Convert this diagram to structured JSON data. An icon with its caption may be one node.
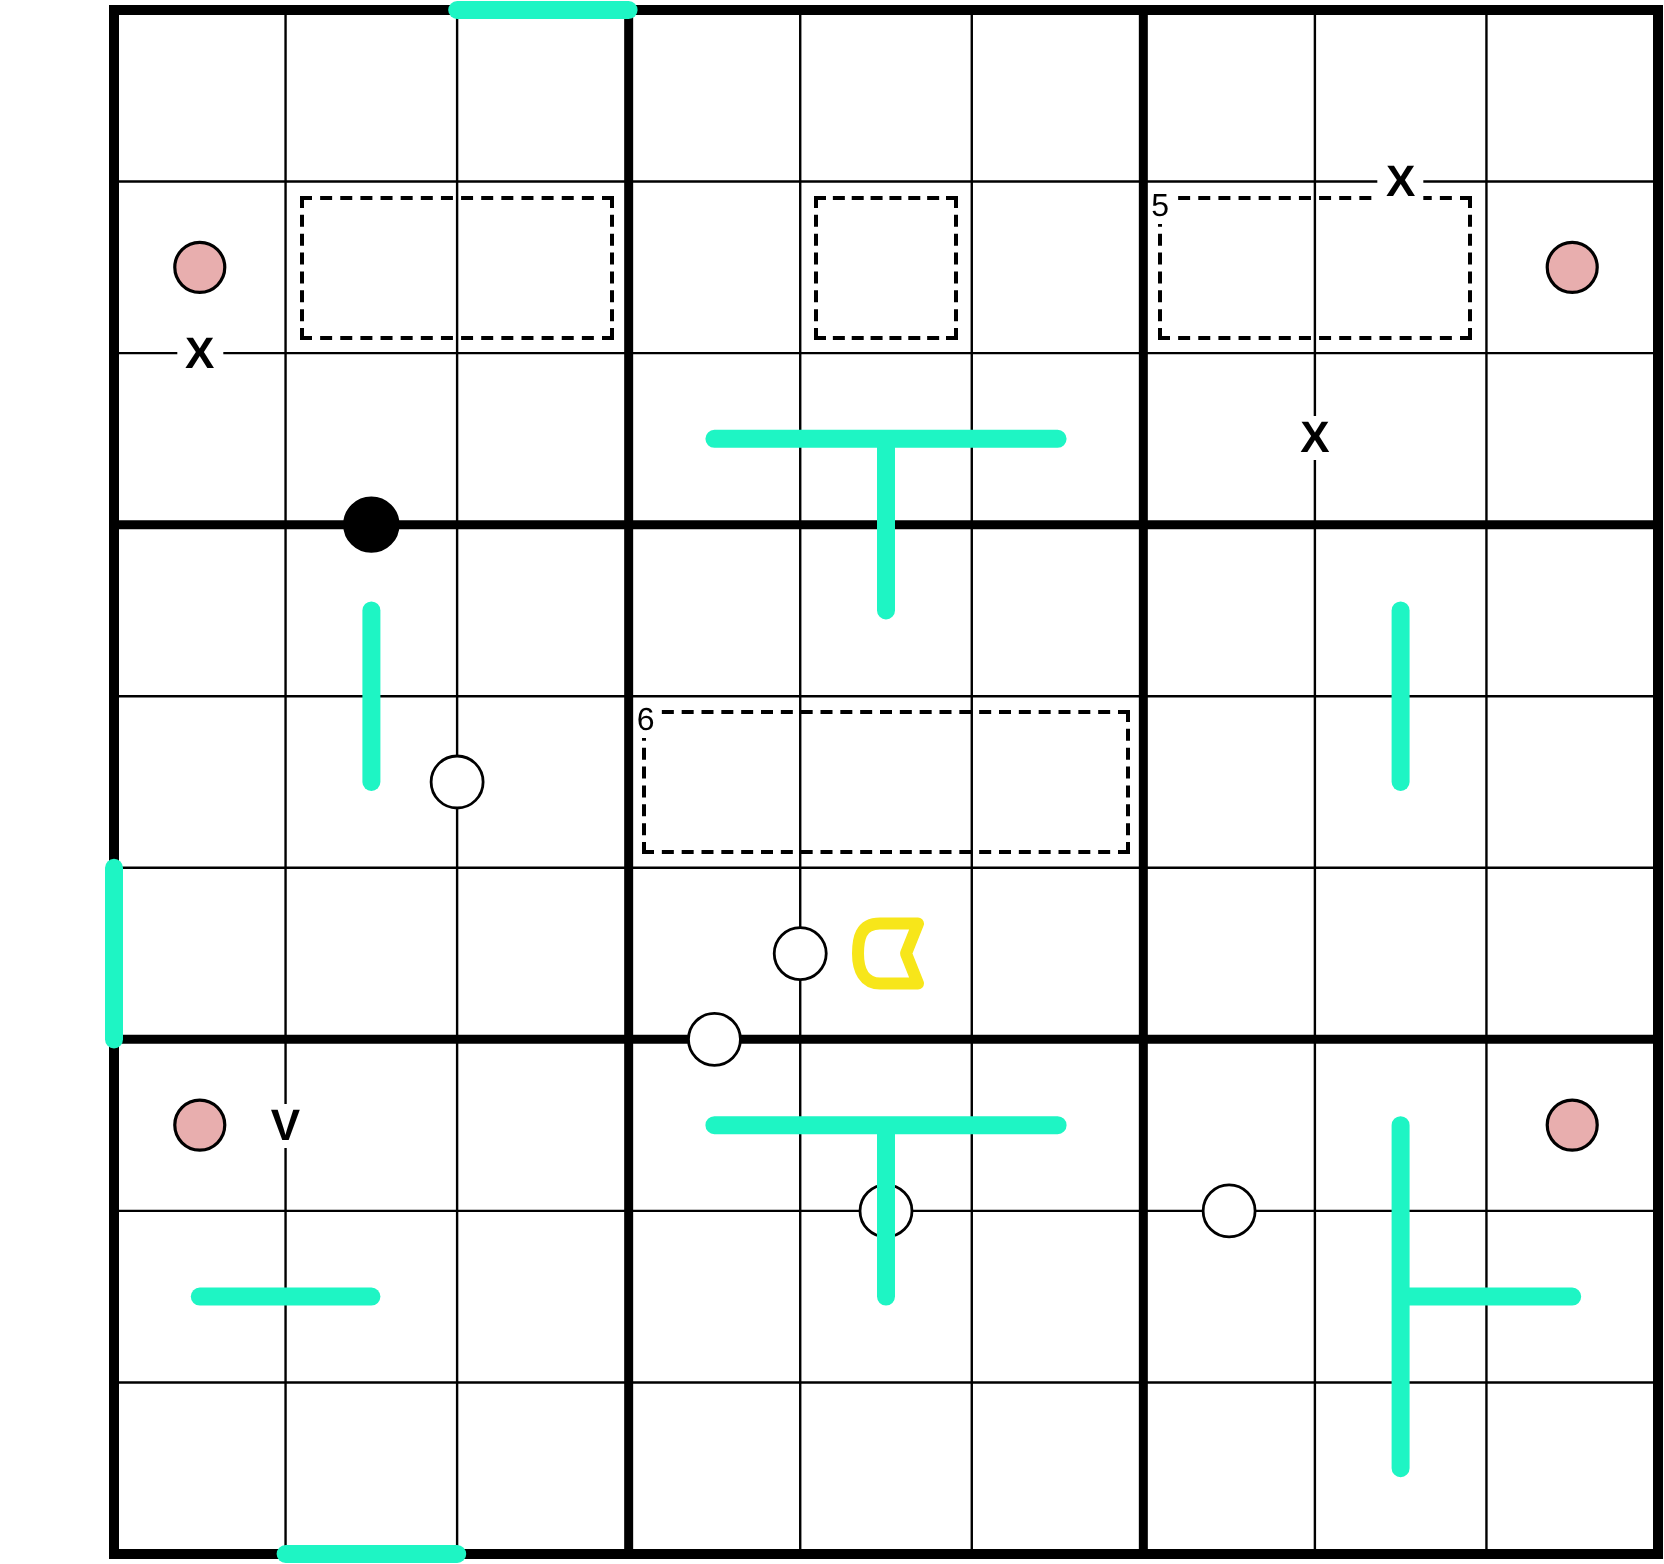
{
  "diagram": {
    "nodes": [
      {
        "text": [],
        "shape": "box"
      },
      {
        "text": [],
        "shape": "box"
      },
      {
        "text": [
          "5"
        ]
      },
      {
        "text": [
          "6"
        ]
      }
    ],
    "labels": [
      "X",
      "X",
      "X",
      "V"
    ]
  }
}
